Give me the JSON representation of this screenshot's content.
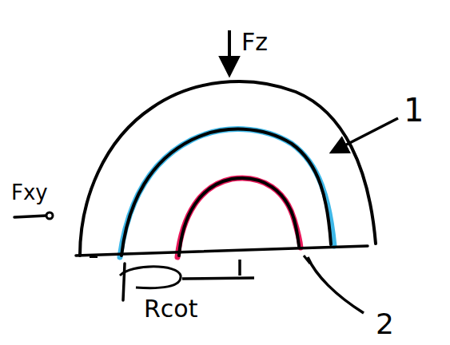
{
  "diagram": {
    "labels": [
      "Fz",
      "Fxy",
      "1",
      "2",
      "Rcot"
    ]
  }
}
